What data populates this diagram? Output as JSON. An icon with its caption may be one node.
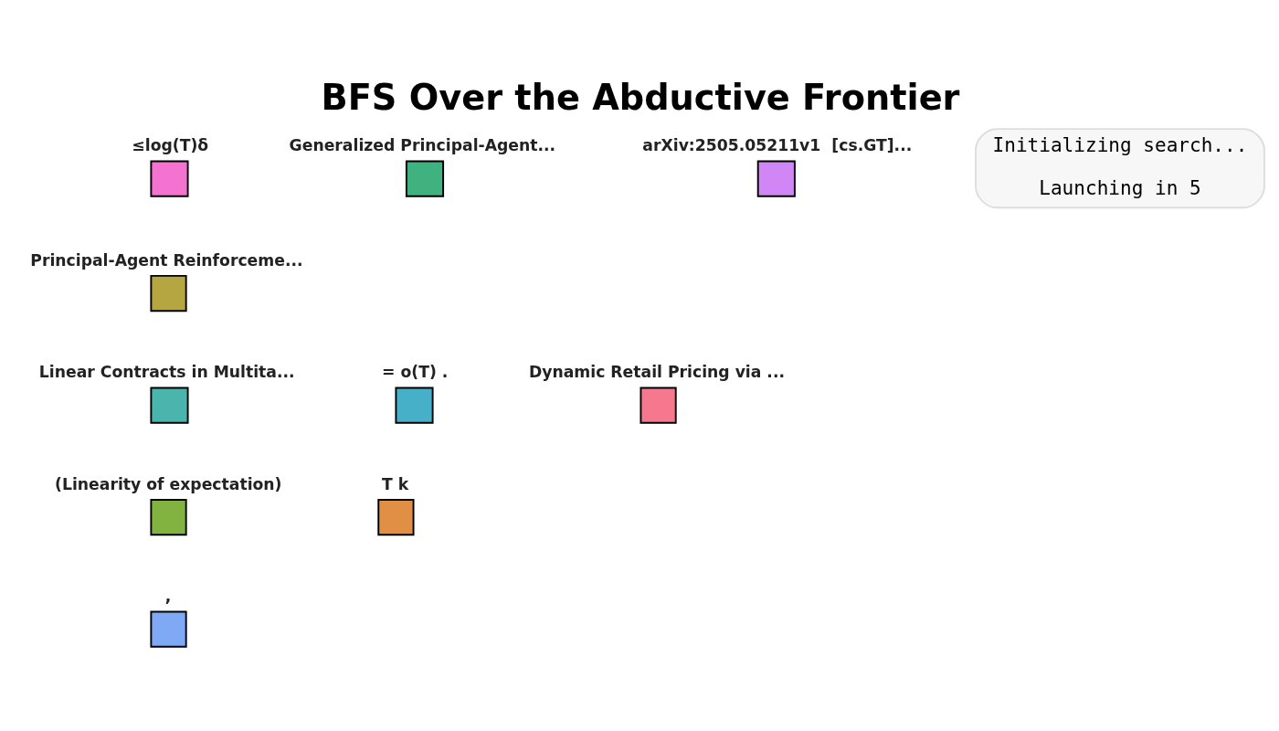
{
  "diagram": {
    "title": "BFS Over the Abductive Frontier",
    "nodes": [
      {
        "text": [
          "≤log(T)δ"
        ]
      },
      {
        "text": [
          "Generalized Principal-Agent..."
        ]
      },
      {
        "text": [
          "arXiv:2505.05211v1  [cs.GT]..."
        ]
      },
      {
        "text": [
          "Principal-Agent Reinforceme..."
        ]
      },
      {
        "text": [
          "Linear Contracts in Multita..."
        ]
      },
      {
        "text": [
          "= o(T) ."
        ]
      },
      {
        "text": [
          "Dynamic Retail Pricing via ..."
        ]
      },
      {
        "text": [
          "(Linearity of expectation)"
        ]
      },
      {
        "text": [
          "T k"
        ]
      },
      {
        "text": [
          ","
        ]
      },
      {
        "text": [
          "Initializing search...",
          "Launching in 5"
        ]
      }
    ],
    "edges": []
  }
}
